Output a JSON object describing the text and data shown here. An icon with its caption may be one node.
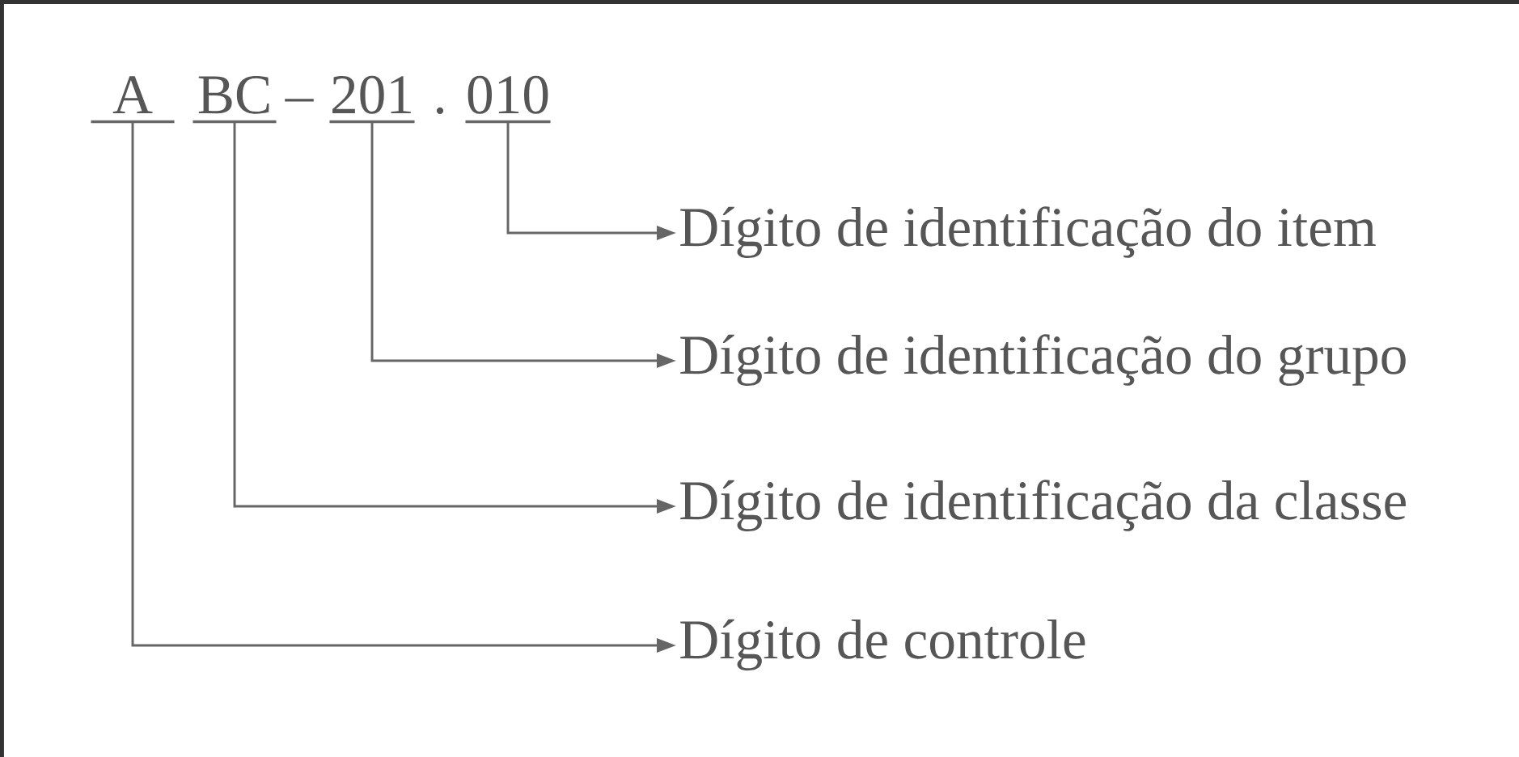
{
  "diagram": {
    "nodes": [
      {
        "text": [
          "A"
        ]
      },
      {
        "text": [
          "BC"
        ]
      },
      {
        "text": [
          "201"
        ]
      },
      {
        "text": [
          "010"
        ]
      },
      {
        "text": [
          "Dígito de identificação do item"
        ]
      },
      {
        "text": [
          "Dígito de identificação do grupo"
        ]
      },
      {
        "text": [
          "Dígito de identificação da classe"
        ]
      },
      {
        "text": [
          "Dígito de controle"
        ]
      }
    ],
    "edges": [
      {
        "from": 3,
        "to": 4,
        "arrow": "to"
      },
      {
        "from": 2,
        "to": 5,
        "arrow": "to"
      },
      {
        "from": 1,
        "to": 6,
        "arrow": "to"
      },
      {
        "from": 0,
        "to": 7,
        "arrow": "to"
      }
    ],
    "labels": [
      "–",
      "."
    ]
  }
}
